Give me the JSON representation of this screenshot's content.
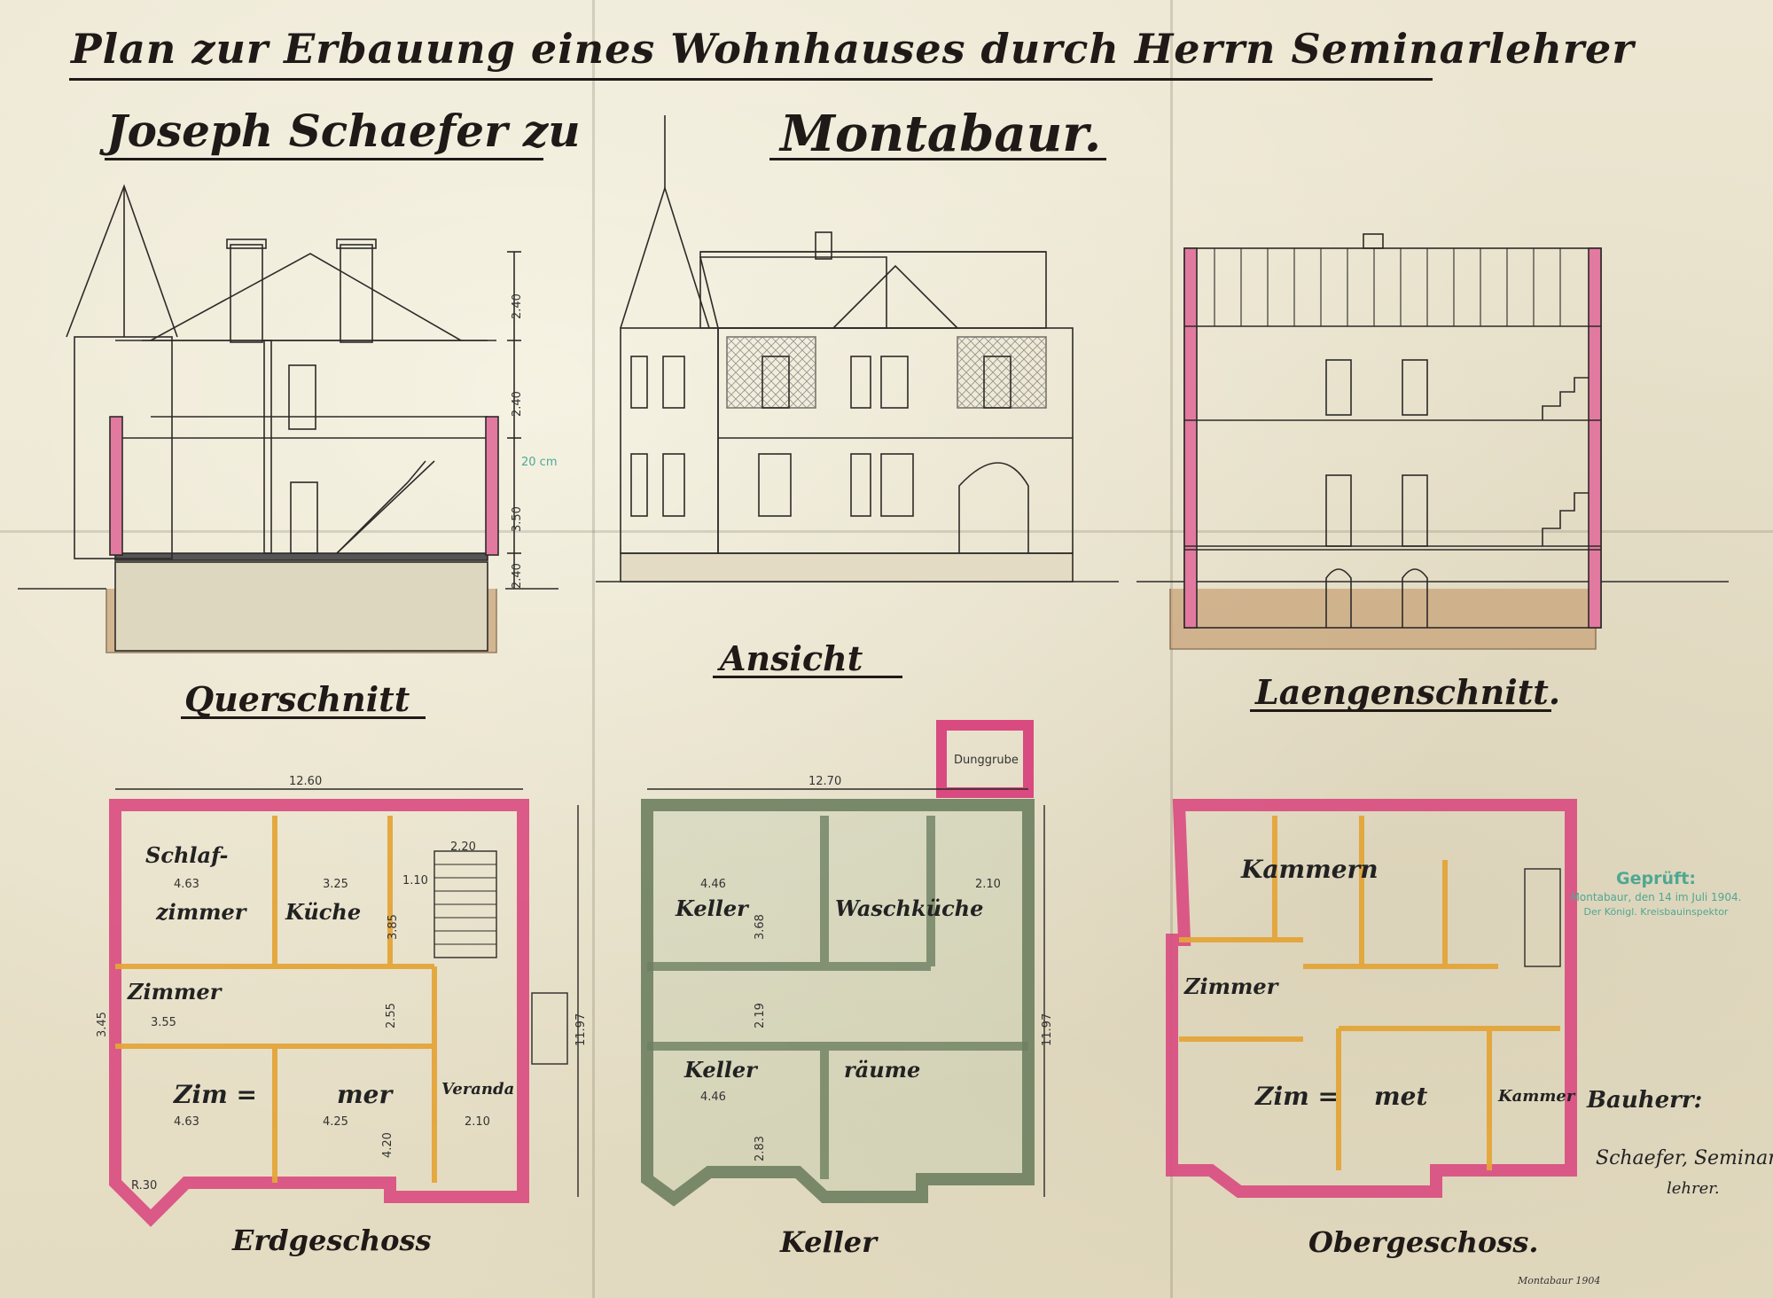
{
  "title": {
    "line1": "Plan zur Erbauung eines Wohnhauses durch Herrn Seminarlehrer",
    "line2": "Joseph Schaefer zu",
    "line3": "Montabaur."
  },
  "views": {
    "querschnitt": "Querschnitt",
    "ansicht": "Ansicht",
    "laengenschnitt": "Laengenschnitt.",
    "erdgeschoss": "Erdgeschoss",
    "keller": "Keller",
    "obergeschoss": "Obergeschoss."
  },
  "section_dims": {
    "d1": "2.40",
    "d2": "2.40",
    "d3": "3.50",
    "d4": "2.40",
    "note": "20 cm"
  },
  "erdgeschoss": {
    "width_total": "12.60",
    "depth_total": "11.97",
    "rooms": {
      "schlaf": "Schlaf-",
      "zimmer1": "zimmer",
      "kueche": "Küche",
      "zimmer2": "Zimmer",
      "zimmer3a": "Zim =",
      "zimmer3b": "mer",
      "veranda": "Veranda"
    },
    "dims": {
      "a": "4.63",
      "b": "3.25",
      "c": "2.20",
      "d": "3.55",
      "e": "4.63",
      "f": "4.25",
      "g": "2.10",
      "h": "3.45",
      "i": "3.85",
      "j": "2.55",
      "k": "4.20",
      "l": "R.30",
      "m": "1.10"
    }
  },
  "keller": {
    "width_total": "12.70",
    "depth_total": "11.97",
    "rooms": {
      "keller1": "Keller",
      "waschkueche": "Waschküche",
      "keller2": "Keller",
      "raum": "räume",
      "dunggrube": "Dunggrube"
    },
    "dims": {
      "a": "4.46",
      "b": "4.46",
      "c": "2.10",
      "d": "3.68",
      "e": "2.19",
      "f": "2.83"
    }
  },
  "obergeschoss": {
    "rooms": {
      "kammern": "Kammern",
      "zimmer1": "Zimmer",
      "zimmer2a": "Zim =",
      "zimmer2b": "met",
      "kammer": "Kammer"
    }
  },
  "stamp": {
    "line1": "Geprüft:",
    "line2": "Montabaur, den 14 im Juli 1904.",
    "line3": "Der Königl. Kreisbauinspektor"
  },
  "bauherr": {
    "label": "Bauherr:",
    "signature": "Schaefer, Seminar-",
    "signature2": "lehrer."
  },
  "footnote": "Montabaur 1904"
}
